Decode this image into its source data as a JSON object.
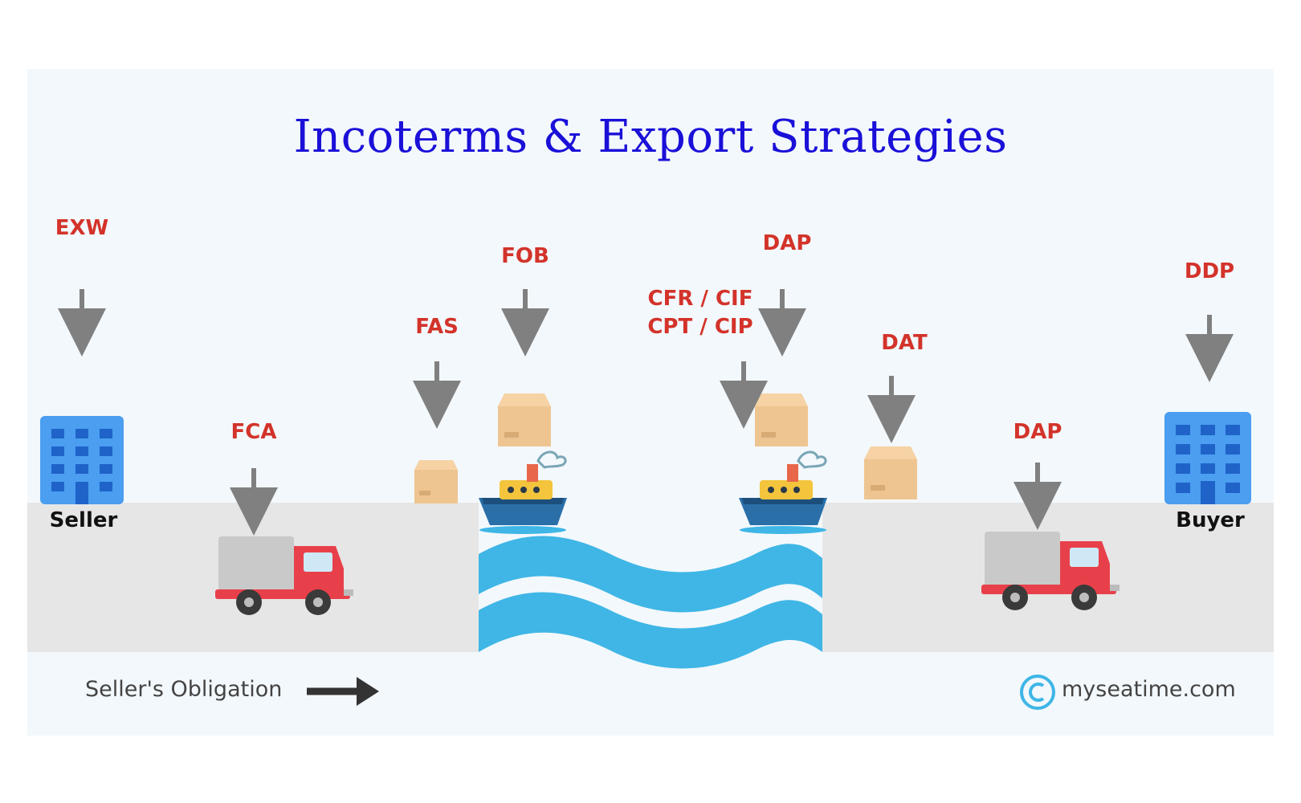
{
  "title": "Incoterms & Export Strategies",
  "terms": {
    "exw": "EXW",
    "fca": "FCA",
    "fas": "FAS",
    "fob": "FOB",
    "cfr_cif": "CFR / CIF",
    "cpt_cip": "CPT / CIP",
    "dap_top": "DAP",
    "dat": "DAT",
    "dap_bottom": "DAP",
    "ddp": "DDP"
  },
  "parties": {
    "seller": "Seller",
    "buyer": "Buyer"
  },
  "footer": {
    "obligation": "Seller's Obligation",
    "credit": "myseatime.com"
  },
  "colors": {
    "title": "#1a10d8",
    "term": "#d3332a",
    "water": "#3fb6e6",
    "building": "#4b9ef0",
    "truck_cab": "#e8404a"
  },
  "icons": [
    "building-icon",
    "truck-icon",
    "box-icon",
    "ship-icon",
    "arrow-down-icon",
    "arrow-right-icon",
    "copyright-icon"
  ]
}
